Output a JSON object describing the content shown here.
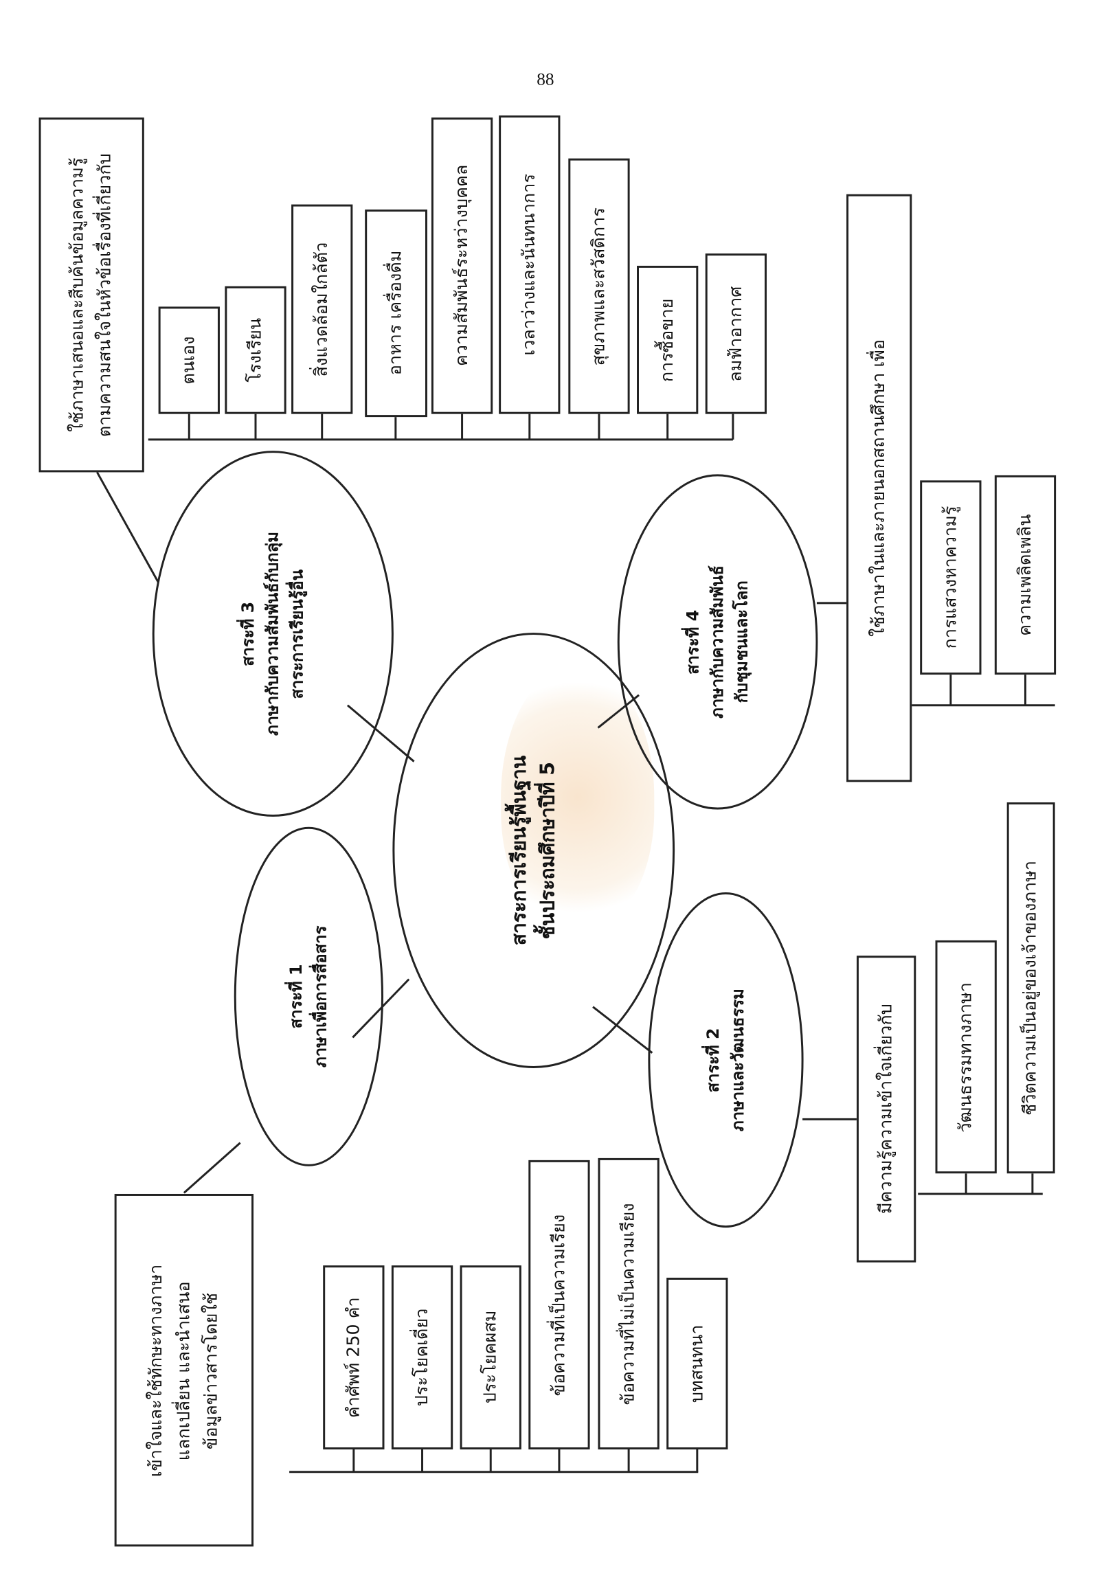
{
  "page_number": "88",
  "center": {
    "lines": [
      "สาระการเรียนรู้พื้นฐาน",
      "ชั้นประถมศึกษาปีที่ 5"
    ]
  },
  "strand1": {
    "title": "สาระที่ 1",
    "name": "ภาษาเพื่อการสื่อสาร",
    "description": [
      "เข้าใจและใช้ทักษะทางภาษา",
      "แลกเปลี่ยน  และนำเสนอ",
      "ข้อมูลข่าวสารโดยใช้"
    ],
    "topics": [
      "คำศัพท์ 250 คำ",
      "ประโยคเดี่ยว",
      "ประโยคผสม",
      "ข้อความที่เป็นความเรียง",
      "ข้อความที่ไม่เป็นความเรียง",
      "บทสนทนา"
    ]
  },
  "strand2": {
    "title": "สาระที่ 2",
    "name": "ภาษาและวัฒนธรรม",
    "description": "มีความรู้ความเข้าใจเกี่ยวกับ",
    "topics": [
      "วัฒนธรรมทางภาษา",
      "ชีวิตความเป็นอยู่ของเจ้าของภาษา"
    ]
  },
  "strand3": {
    "title": "สาระที่ 3",
    "name_lines": [
      "ภาษากับความสัมพันธ์กับกลุ่ม",
      "สาระการเรียนรู้อื่น"
    ],
    "description": [
      "ใช้ภาษาเสนอและสืบค้นข้อมูลความรู้",
      "ตามความสนใจในหัวข้อเรื่องที่เกี่ยวกับ"
    ],
    "topics": [
      "ตนเอง",
      "โรงเรียน",
      "สิ่งแวดล้อมใกล้ตัว",
      "อาหาร เครื่องดื่ม",
      "ความสัมพันธ์ระหว่างบุคคล",
      "เวลาว่างและนันทนาการ",
      "สุขภาพและสวัสดิการ",
      "การซื้อขาย",
      "ลมฟ้าอากาศ"
    ]
  },
  "strand4": {
    "title": "สาระที่ 4",
    "name_lines": [
      "ภาษากับความสัมพันธ์",
      "กับชุมชนและโลก"
    ],
    "description": "ใช้ภาษาในและภายนอกสถานศึกษา  เพื่อ",
    "topics": [
      "การแสวงหาความรู้",
      "ความเพลิดเพลิน"
    ]
  }
}
